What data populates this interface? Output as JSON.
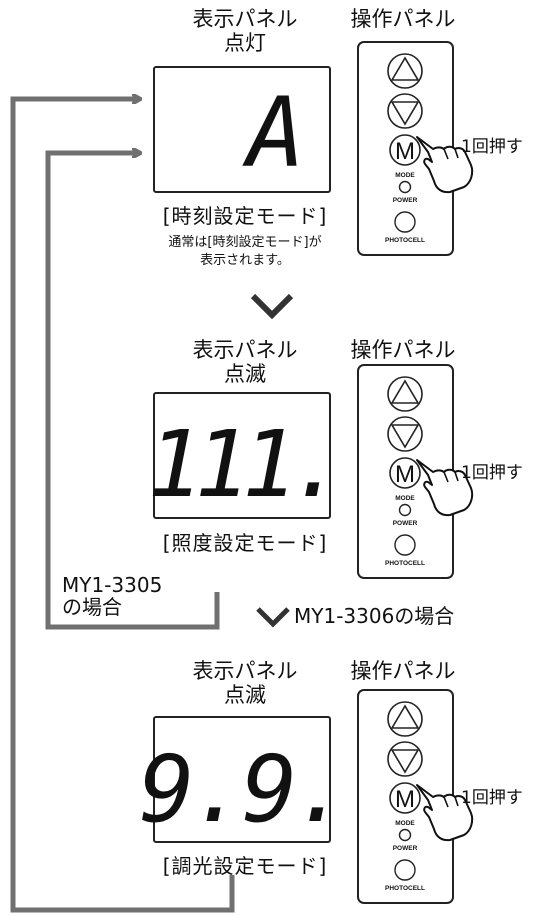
{
  "colors": {
    "flow_line": "#707070",
    "ink": "#111111"
  },
  "steps": [
    {
      "display_heading": [
        "表示パネル",
        "点灯"
      ],
      "control_heading": "操作パネル",
      "display_text": "A",
      "mode_label": "[時刻設定モード]",
      "note": [
        "通常は[時刻設定モード]が",
        "表示されます。"
      ],
      "press_label": "1回押す"
    },
    {
      "display_heading": [
        "表示パネル",
        "点滅"
      ],
      "control_heading": "操作パネル",
      "display_text": "111.",
      "mode_label": "[照度設定モード]",
      "press_label": "1回押す"
    },
    {
      "display_heading": [
        "表示パネル",
        "点滅"
      ],
      "control_heading": "操作パネル",
      "display_text": "9.9.",
      "mode_label": "[調光設定モード]",
      "press_label": "1回押す"
    }
  ],
  "remote": {
    "up_icon": "up-triangle-icon",
    "down_icon": "down-triangle-icon",
    "mode_key": "M",
    "mode_caption": "MODE",
    "power_caption": "POWER",
    "photocell_caption": "PHOTOCELL"
  },
  "branch": {
    "my3305": [
      "MY1-3305",
      "の場合"
    ],
    "my3306": "MY1-3306の場合"
  }
}
